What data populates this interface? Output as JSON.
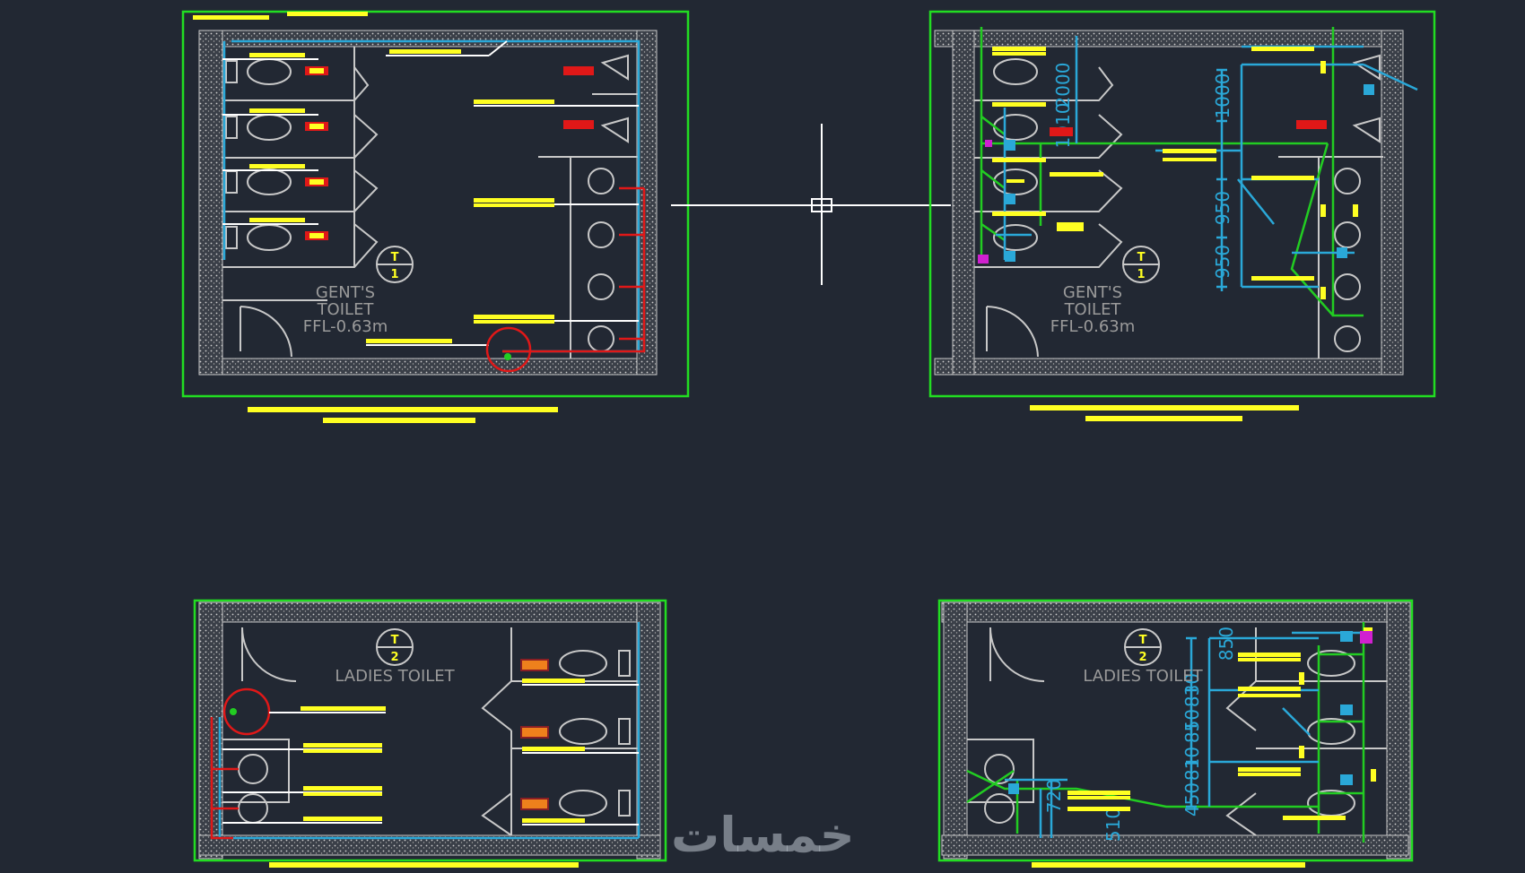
{
  "colors": {
    "background": "#222833",
    "frame": "#22dd22",
    "wall": "#c8c8c8",
    "water_pipe": "#2aa8d8",
    "drain_pipe": "#22cc22",
    "hot_pipe": "#e01818",
    "annotation": "#ffff22",
    "room_text": "#9a9a9a"
  },
  "plans": {
    "gents": {
      "room_name": "GENT'S\nTOILET",
      "room_line1": "GENT'S",
      "room_line2": "TOILET",
      "level": "FFL-0.63m",
      "marker": "T 1"
    },
    "ladies": {
      "room_name": "LADIES TOILET",
      "marker": "T 2"
    }
  },
  "dimensions": {
    "top_right": [
      "2000",
      "1010",
      "1000",
      "950",
      "950"
    ],
    "bottom_right": [
      "850",
      "830",
      "850",
      "830",
      "850",
      "810",
      "450",
      "720",
      "510"
    ]
  },
  "watermark": "خمسات",
  "icons": [
    "crosshair-cursor-icon",
    "room-marker-icon"
  ]
}
